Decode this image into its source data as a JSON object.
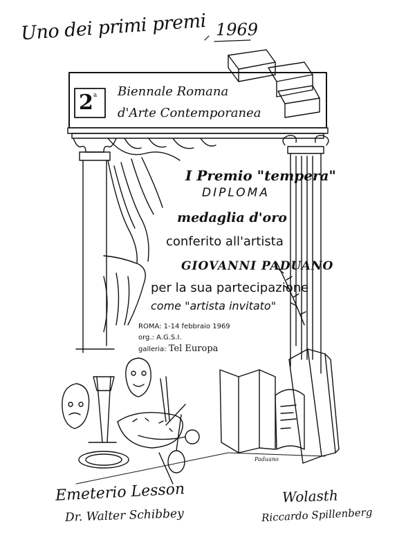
{
  "top_note": {
    "text": "Uno dei primi premi",
    "year": "1969"
  },
  "banner": {
    "ordinal": "2",
    "ordinal_suffix": "a",
    "line1": "Biennale Romana",
    "line2": "d'Arte Contemporanea"
  },
  "diploma": {
    "prize": "I Premio \"tempera\"",
    "title": "DIPLOMA",
    "medal": "medaglia d'oro",
    "conferred": "conferito all'artista",
    "artist": "GIOVANNI PADUANO",
    "participation": "per la sua partecipazione",
    "invited": "come \"artista invitato\"",
    "place_date": "ROMA: 1-14 febbraio 1969",
    "organizer": "org.: A.G.S.I.",
    "gallery_prefix": "galleria:",
    "gallery_name": "Tel Europa"
  },
  "signatures": {
    "left_top": "Emeterio Lesson",
    "left_bottom": "Dr. Walter Schibbey",
    "right_top": "Wolasth",
    "right_bottom": "Riccardo Spillenberg"
  },
  "illustration_signature": "Paduano"
}
